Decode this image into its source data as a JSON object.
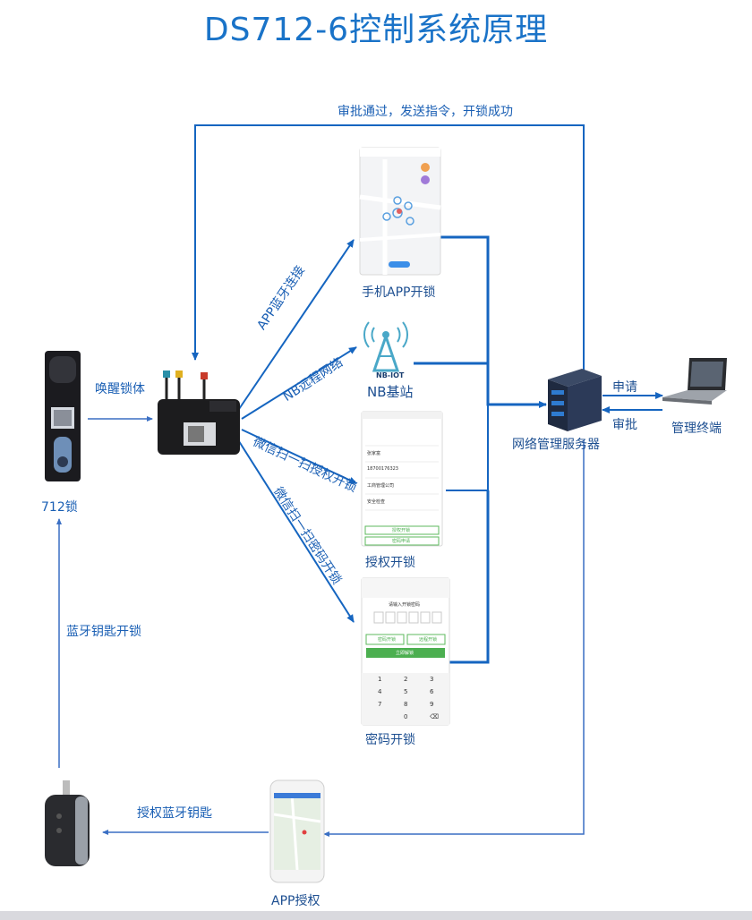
{
  "title": "DS712-6控制系统原理",
  "labels": {
    "approve_top": "审批通过，发送指令，开锁成功",
    "wake_lock": "唤醒锁体",
    "lock_712": "712锁",
    "bt_key_unlock": "蓝牙钥匙开锁",
    "app_bt_connect": "APP蓝牙连接",
    "nb_remote": "NB远程网络",
    "wechat_auth": "微信扫一扫授权开锁",
    "wechat_pwd": "微信扫一扫密码开锁",
    "phone_app_unlock": "手机APP开锁",
    "nb_station": "NB基站",
    "nb_iot_tag": "NB-IOT",
    "auth_unlock": "授权开锁",
    "pwd_unlock": "密码开锁",
    "server": "网络管理服务器",
    "apply": "申请",
    "approve": "审批",
    "terminal": "管理终端",
    "auth_bt_key": "授权蓝牙钥匙",
    "app_auth": "APP授权"
  },
  "phone_auth": {
    "name": "张家富",
    "phone": "18700176323",
    "company": "工商管理公司",
    "area": "安全检查",
    "btn1": "授权开锁",
    "btn2": "密码申请"
  },
  "phone_pwd": {
    "prompt": "请输入开锁密码",
    "btn_left": "密码开锁",
    "btn_right": "远程开锁",
    "btn_main": "立即解锁",
    "keys": [
      "1",
      "2",
      "3",
      "4",
      "5",
      "6",
      "7",
      "8",
      "9",
      "",
      "0",
      "⌫"
    ]
  },
  "colors": {
    "primary": "#1a73c8",
    "line": "#1565c0",
    "green": "#4caf50"
  }
}
